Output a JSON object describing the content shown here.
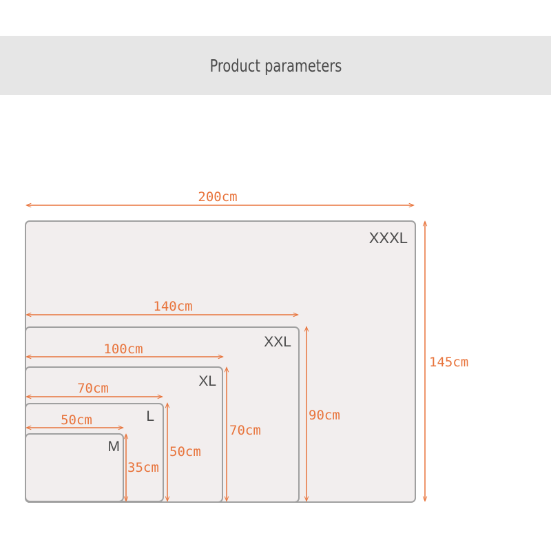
{
  "header": {
    "title": "Product parameters"
  },
  "colors": {
    "banner_bg": "#e6e6e6",
    "box_fill": "#f2eeee",
    "box_stroke": "#a0a0a0",
    "dimension": "#e8743c",
    "label_text": "#4a4a4a"
  },
  "sizes": [
    {
      "name": "XXXL",
      "width": "200cm",
      "height": "145cm"
    },
    {
      "name": "XXL",
      "width": "140cm",
      "height": "90cm"
    },
    {
      "name": "XL",
      "width": "100cm",
      "height": "70cm"
    },
    {
      "name": "L",
      "width": "70cm",
      "height": "50cm"
    },
    {
      "name": "M",
      "width": "50cm",
      "height": "35cm"
    }
  ]
}
